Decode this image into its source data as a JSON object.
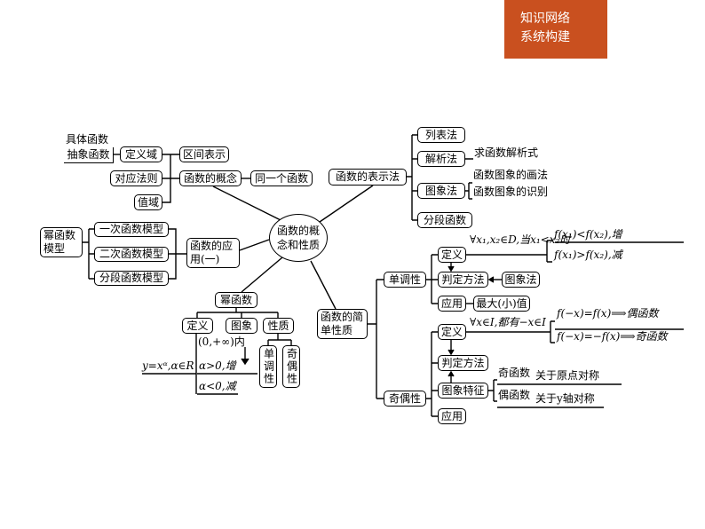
{
  "header": {
    "line1": "知识网络",
    "line2": "系统构建"
  },
  "center": "函数的概念和性质",
  "concept": {
    "specific": "具体函数",
    "abstract": "抽象函数",
    "domain": "定义域",
    "interval": "区间表示",
    "rule": "对应法则",
    "concept": "函数的概念",
    "same": "同一个函数",
    "range": "值域"
  },
  "application": {
    "power_model": "幂函数模型",
    "linear": "一次函数模型",
    "quadratic": "二次函数模型",
    "piecewise": "分段函数模型",
    "title": "函数的应用(一)"
  },
  "power": {
    "title": "幂函数",
    "def": "定义",
    "graph": "图象",
    "prop": "性质",
    "formula": "y=xᵅ,α∈R",
    "interval": "(0,+∞)内",
    "inc": "α>0,增",
    "dec": "α<0,减",
    "mono": "单调性",
    "parity": "奇偶性"
  },
  "representation": {
    "title": "函数的表示法",
    "table": "列表法",
    "analytic": "解析法",
    "find": "求函数解析式",
    "graph": "图象法",
    "draw": "函数图象的画法",
    "recognize": "函数图象的识别",
    "piecewise": "分段函数"
  },
  "simple": {
    "title": "函数的简单性质",
    "mono": {
      "title": "单调性",
      "def": "定义",
      "cond": "∀x₁,x₂∈D,当x₁<x₂时",
      "inc": "f(x₁)<f(x₂),增",
      "dec": "f(x₁)>f(x₂),减",
      "judge": "判定方法",
      "graph": "图象法",
      "apply": "应用",
      "extreme": "最大(小)值"
    },
    "parity": {
      "title": "奇偶性",
      "def": "定义",
      "cond": "∀x∈I,都有−x∈I",
      "even_cond": "f(−x)=f(x)⟹偶函数",
      "odd_cond": "f(−x)=−f(x)⟹奇函数",
      "judge": "判定方法",
      "feature": "图象特征",
      "odd": "奇函数",
      "odd_sym": "关于原点对称",
      "even": "偶函数",
      "even_sym": "关于y轴对称",
      "apply": "应用"
    }
  }
}
